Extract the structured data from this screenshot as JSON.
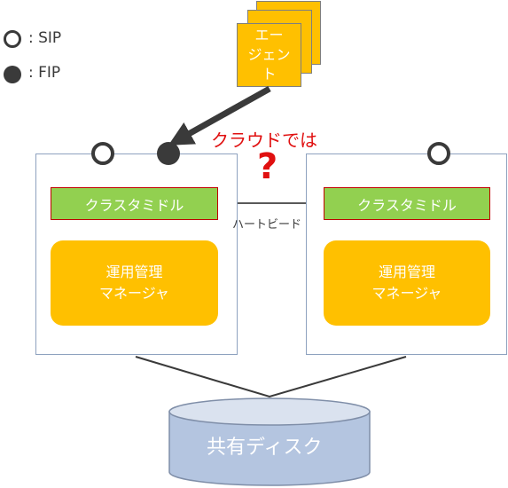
{
  "legend": [
    {
      "icon": "open-circle-icon",
      "label": ": SIP"
    },
    {
      "icon": "filled-circle-icon",
      "label": ": FIP"
    }
  ],
  "agent": {
    "label": "エー\nジェン\nト"
  },
  "annotation": {
    "cloud_text": "クラウドでは",
    "question_mark": "?"
  },
  "nodes": [
    {
      "middleware": "クラスタミドル",
      "manager": "運用管理\nマネージャ"
    },
    {
      "middleware": "クラスタミドル",
      "manager": "運用管理\nマネージャ"
    }
  ],
  "heartbeat": {
    "label": "ハートビード"
  },
  "shared_disk": {
    "label": "共有ディスク"
  },
  "colors": {
    "agent": "#ffc000",
    "middleware": "#92d050",
    "manager": "#ffc000",
    "disk": "#b4c5e0",
    "annotation": "#e01010",
    "connector": "#3a3a3a"
  }
}
